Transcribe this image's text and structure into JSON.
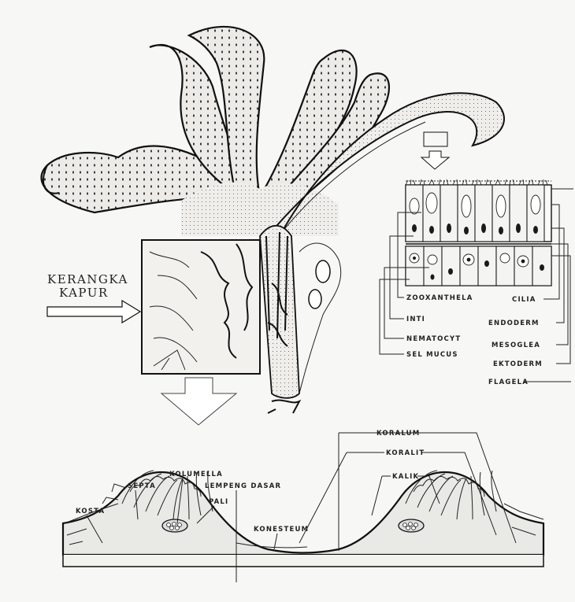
{
  "labels": {
    "kerangka_kapur_line1": "KERANGKA",
    "kerangka_kapur_line2": "KAPUR",
    "zooxanthela": "ZOOXANTHELA",
    "cilia": "CILIA",
    "inti": "INTI",
    "endoderm": "ENDODERM",
    "nematocyt": "NEMATOCYT",
    "mesoglea": "MESOGLEA",
    "sel_mucus": "SEL MUCUS",
    "ektoderm": "EKTODERM",
    "flagela": "FLAGELA",
    "koralum": "KORALUM",
    "koralit": "KORALIT",
    "kalik": "KALIK",
    "kolumella": "KOLUMELLA",
    "septa": "SEPTA",
    "lempeng_dasar": "LEMPENG DASAR",
    "pali": "PALI",
    "kosta": "KOSTA",
    "konesteum": "KONESTEUM"
  },
  "colors": {
    "ink": "#111111",
    "paper": "#f7f7f5",
    "stipple": "#e9e9e6"
  }
}
